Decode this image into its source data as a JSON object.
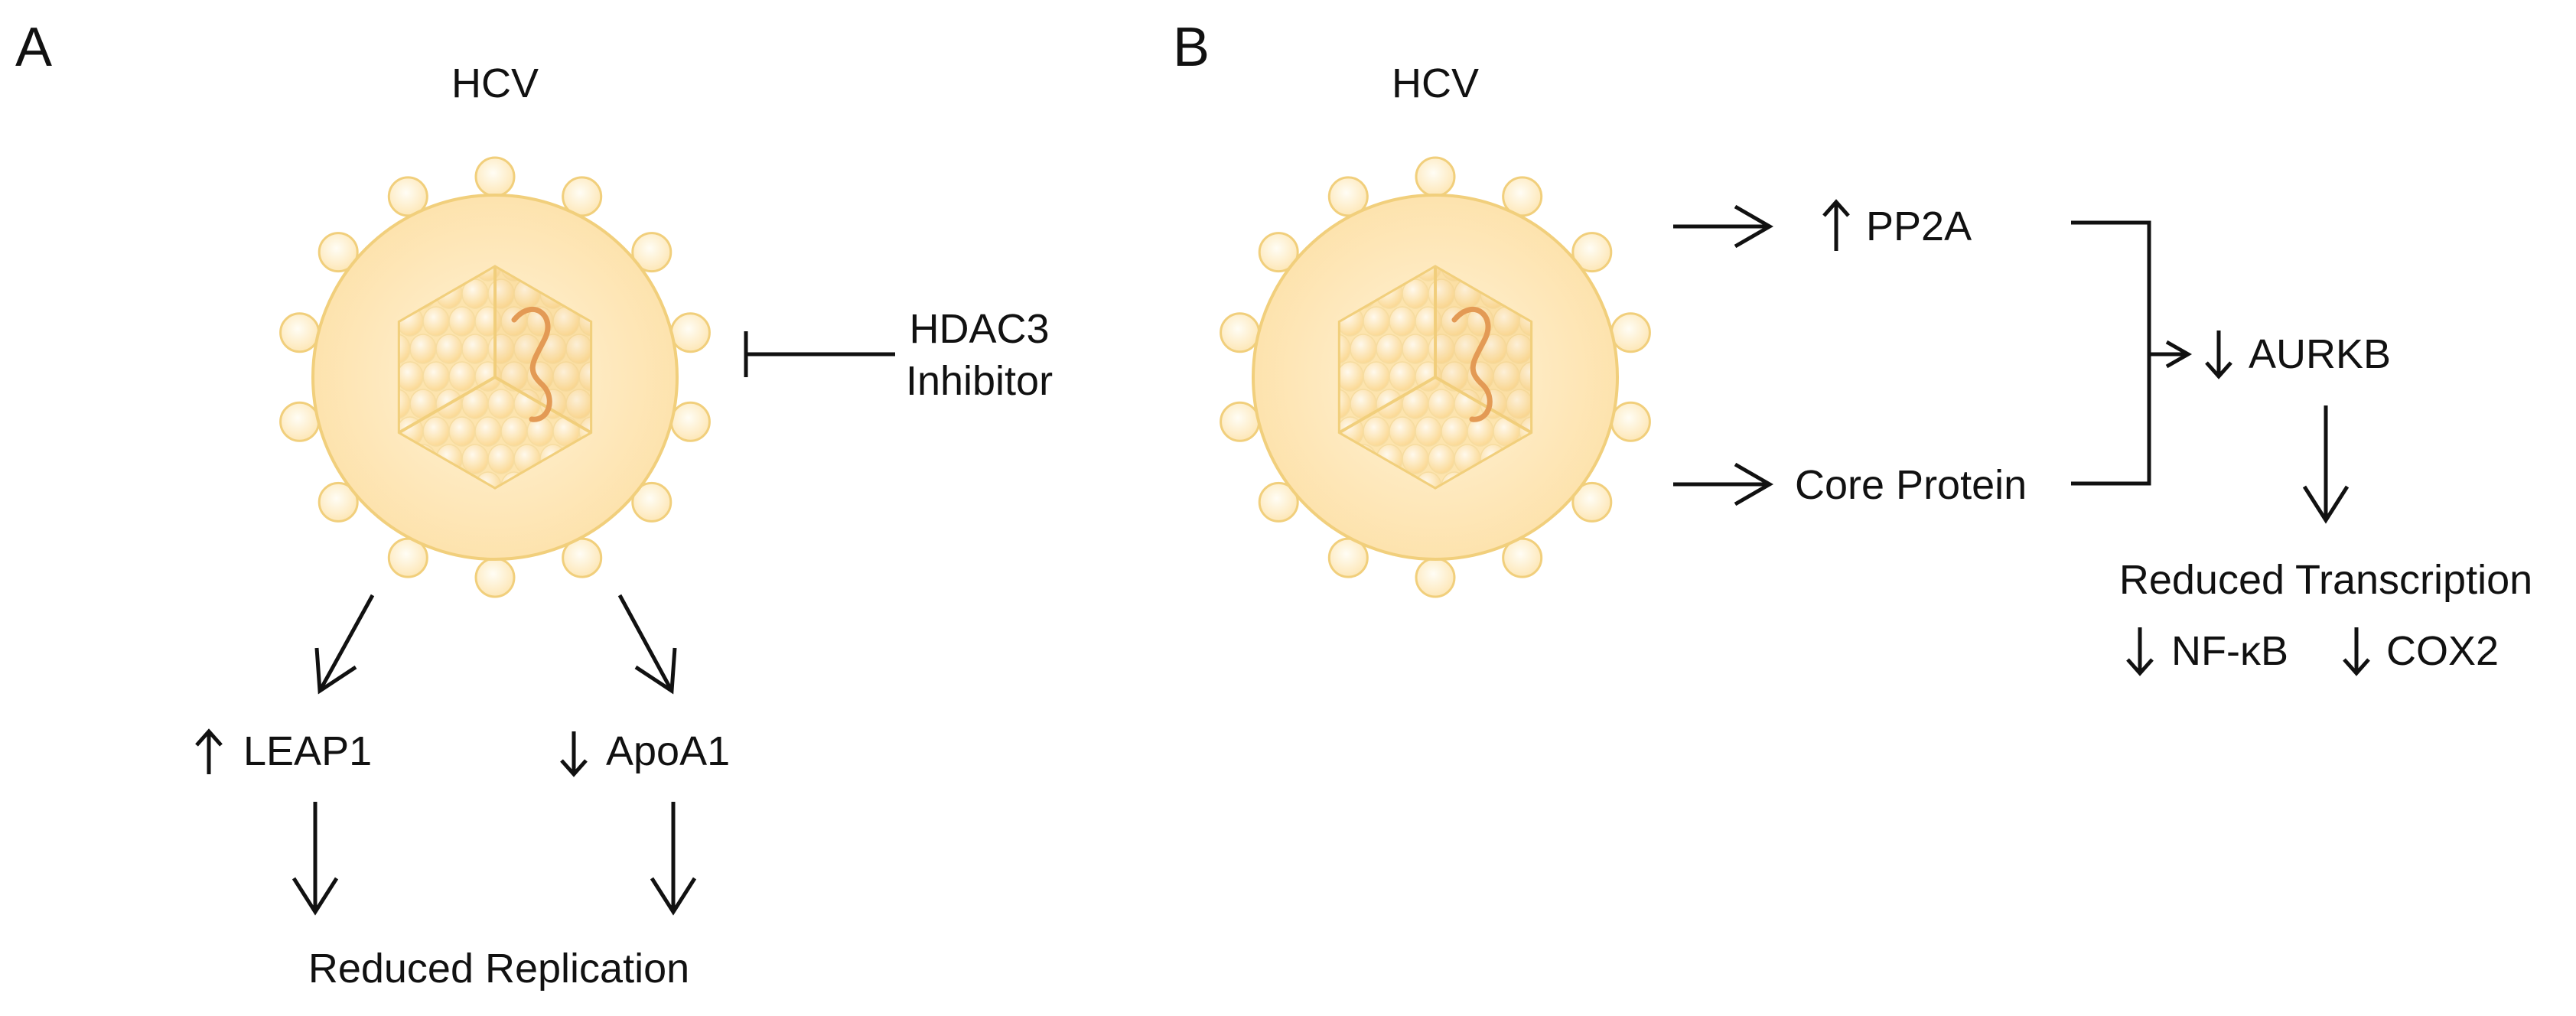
{
  "panel_a": {
    "letter": "A",
    "virus_label": "HCV",
    "inhibitor_line1": "HDAC3",
    "inhibitor_line2": "Inhibitor",
    "leap1_arrow": "↑",
    "leap1_label": "LEAP1",
    "apoa1_arrow": "↓",
    "apoa1_label": "ApoA1",
    "outcome": "Reduced Replication"
  },
  "panel_b": {
    "letter": "B",
    "virus_label": "HCV",
    "pp2a_arrow": "↑",
    "pp2a_label": "PP2A",
    "core_label": "Core Protein",
    "aurkb_arrow": "↓",
    "aurkb_label": "AURKB",
    "outcome": "Reduced Transcription",
    "nfkb_arrow": "↓",
    "nfkb_label": "NF-κB",
    "cox2_arrow": "↓",
    "cox2_label": "COX2"
  },
  "colors": {
    "virus_fill": "#fde6b4",
    "virus_stroke": "#f1cf7c",
    "genome": "#e39a55",
    "ink": "#111111"
  }
}
